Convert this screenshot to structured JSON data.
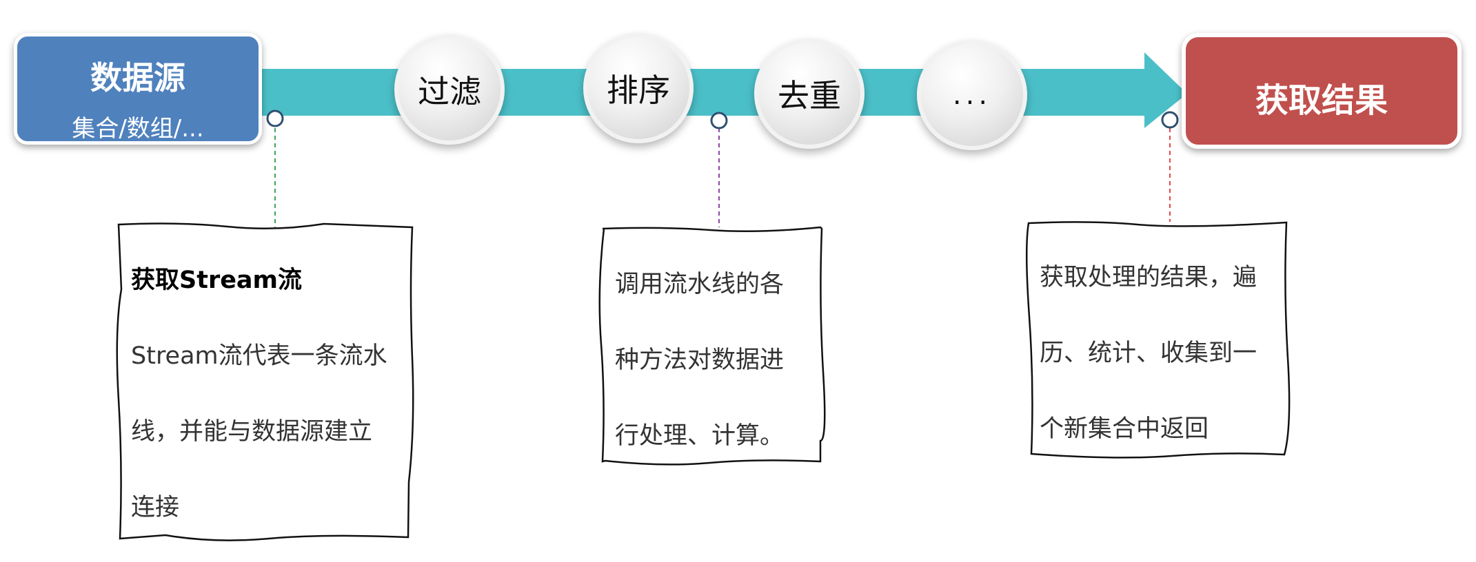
{
  "source": {
    "title": "数据源",
    "subtitle": "集合/数组/..."
  },
  "operations": [
    "过滤",
    "排序",
    "去重",
    "..."
  ],
  "result": {
    "title": "获取结果"
  },
  "notes": [
    {
      "title": "获取Stream流",
      "lines": [
        "Stream流代表一条流水",
        "线，并能与数据源建立",
        "连接"
      ],
      "connector_color": "#3aa655"
    },
    {
      "lines": [
        "调用流水线的各",
        "种方法对数据进",
        "行处理、计算。"
      ],
      "connector_color": "#8e44ad"
    },
    {
      "lines": [
        "获取处理的结果，遍",
        "历、统计、收集到一",
        "个新集合中返回"
      ],
      "connector_color": "#e04848"
    }
  ],
  "colors": {
    "arrow": "#4bbfc8",
    "source_fill": "#4f81bd",
    "result_fill": "#c0504d",
    "connector_dot_stroke": "#2f4f6f"
  }
}
